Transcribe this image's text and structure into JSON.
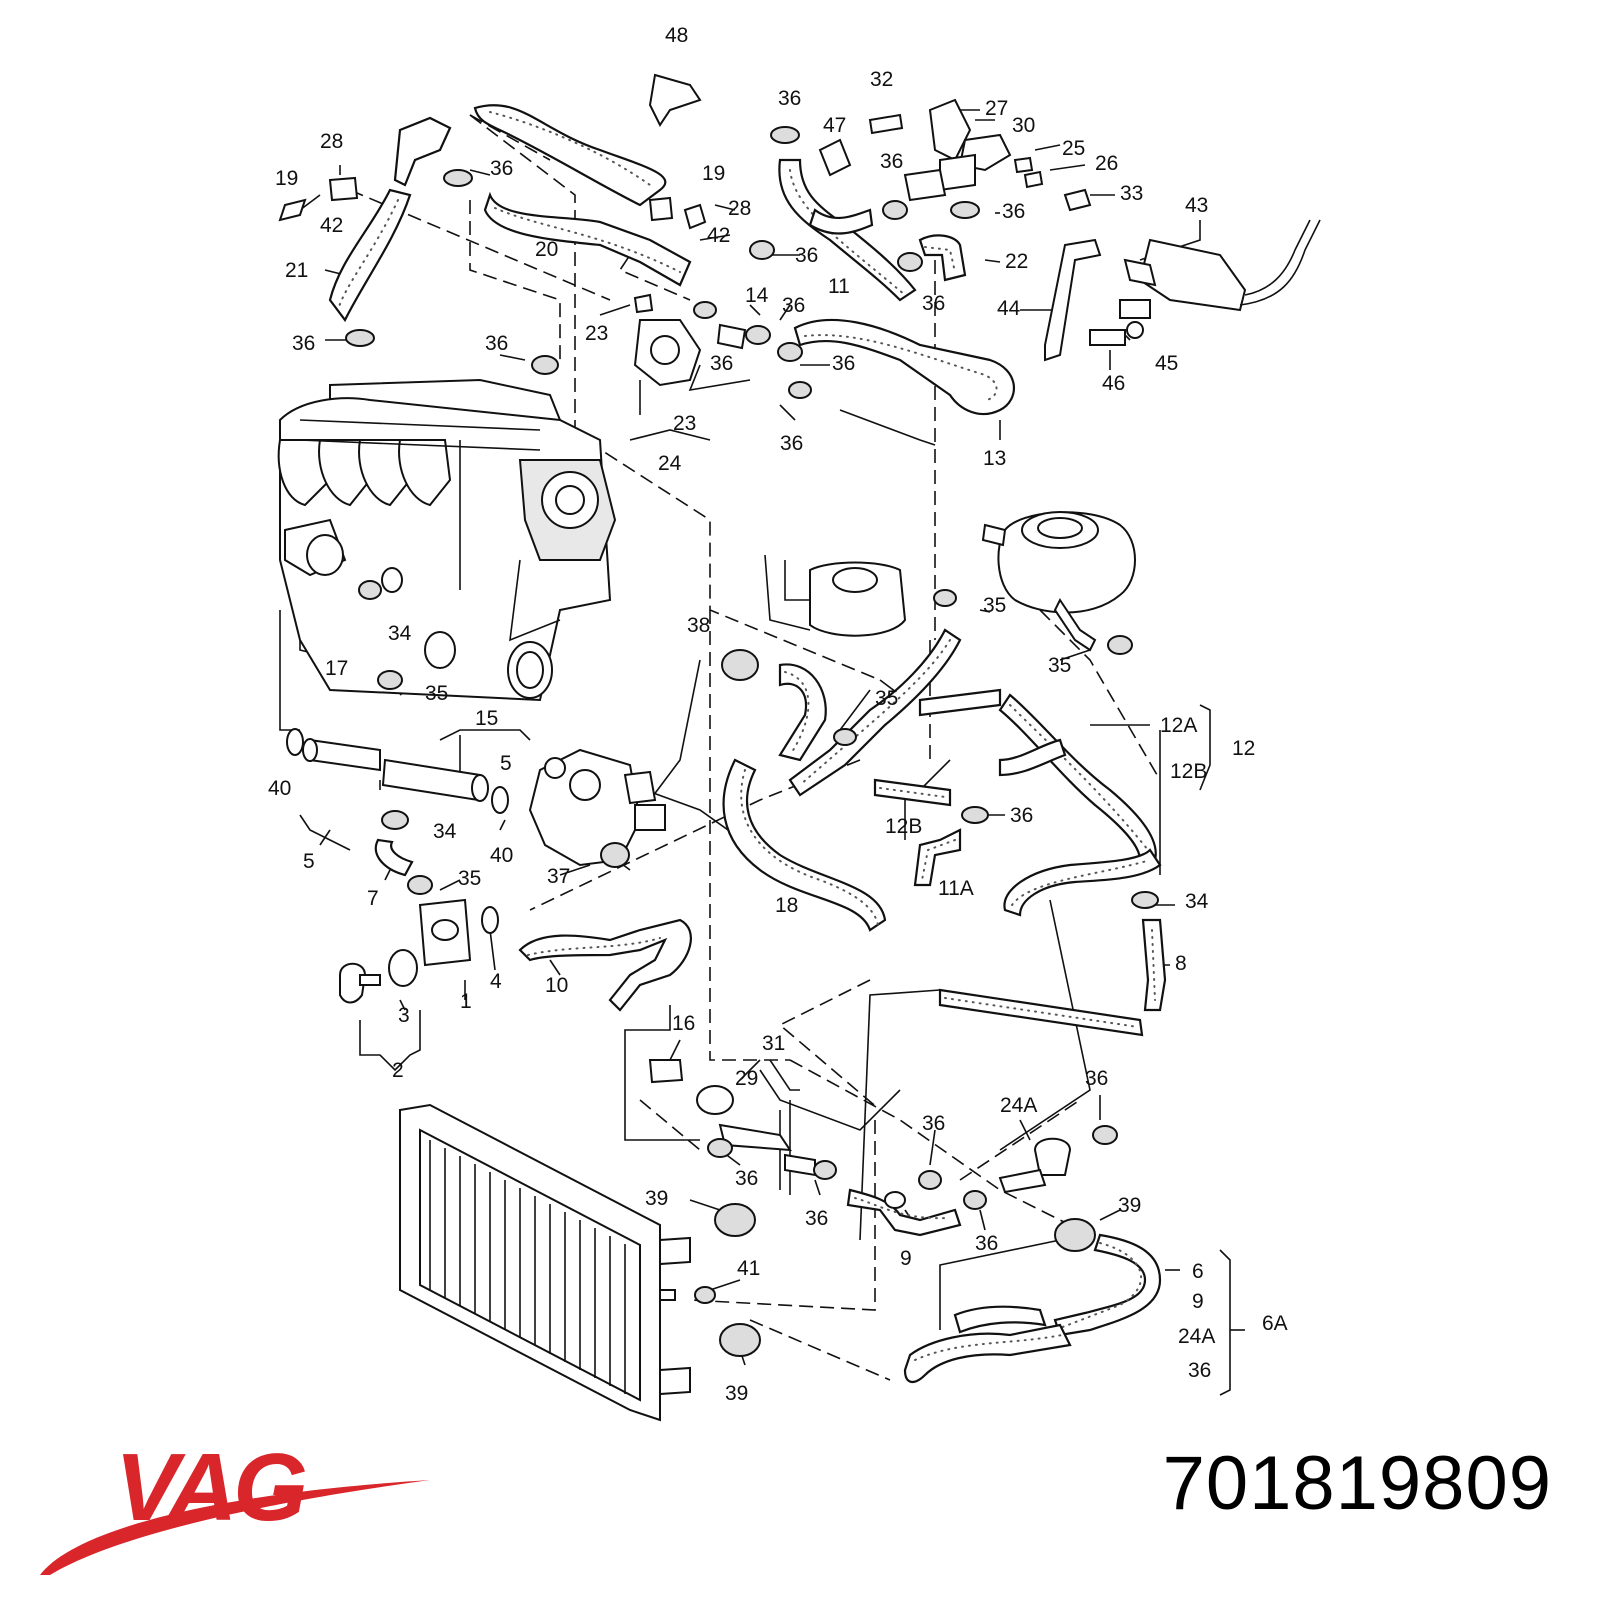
{
  "part_number": "701819809",
  "brand": "VAG",
  "brand_color": "#d8262b",
  "callouts": [
    {
      "id": "c48",
      "text": "48"
    },
    {
      "id": "c32",
      "text": "32"
    },
    {
      "id": "c36a",
      "text": "36"
    },
    {
      "id": "c27",
      "text": "27"
    },
    {
      "id": "c47",
      "text": "47"
    },
    {
      "id": "c30",
      "text": "30"
    },
    {
      "id": "c25",
      "text": "25"
    },
    {
      "id": "c26",
      "text": "26"
    },
    {
      "id": "c36b",
      "text": "36"
    },
    {
      "id": "c33",
      "text": "33"
    },
    {
      "id": "c36c",
      "text": "36"
    },
    {
      "id": "c43",
      "text": "43"
    },
    {
      "id": "c22",
      "text": "22"
    },
    {
      "id": "c36d",
      "text": "36"
    },
    {
      "id": "c11",
      "text": "11"
    },
    {
      "id": "c44",
      "text": "44"
    },
    {
      "id": "c45",
      "text": "45"
    },
    {
      "id": "c46",
      "text": "46"
    },
    {
      "id": "c13",
      "text": "13"
    },
    {
      "id": "c28a",
      "text": "28"
    },
    {
      "id": "c19a",
      "text": "19"
    },
    {
      "id": "c36e",
      "text": "36"
    },
    {
      "id": "c42a",
      "text": "42"
    },
    {
      "id": "c21",
      "text": "21"
    },
    {
      "id": "c36f",
      "text": "36"
    },
    {
      "id": "c20",
      "text": "20"
    },
    {
      "id": "c19b",
      "text": "19"
    },
    {
      "id": "c28b",
      "text": "28"
    },
    {
      "id": "c42b",
      "text": "42"
    },
    {
      "id": "c36g",
      "text": "36"
    },
    {
      "id": "c14",
      "text": "14"
    },
    {
      "id": "c36h",
      "text": "36"
    },
    {
      "id": "c23a",
      "text": "23"
    },
    {
      "id": "c36i",
      "text": "36"
    },
    {
      "id": "c36j",
      "text": "36"
    },
    {
      "id": "c36k",
      "text": "36"
    },
    {
      "id": "c23b",
      "text": "23"
    },
    {
      "id": "c24",
      "text": "24"
    },
    {
      "id": "c36l",
      "text": "36"
    },
    {
      "id": "c35a",
      "text": "35"
    },
    {
      "id": "c34a",
      "text": "34"
    },
    {
      "id": "c17",
      "text": "17"
    },
    {
      "id": "c35b",
      "text": "35"
    },
    {
      "id": "c38",
      "text": "38"
    },
    {
      "id": "c35c",
      "text": "35"
    },
    {
      "id": "c35d",
      "text": "35"
    },
    {
      "id": "c15",
      "text": "15"
    },
    {
      "id": "c5a",
      "text": "5"
    },
    {
      "id": "c12a",
      "text": "12A"
    },
    {
      "id": "c12",
      "text": "12"
    },
    {
      "id": "c12b1",
      "text": "12B"
    },
    {
      "id": "c40a",
      "text": "40"
    },
    {
      "id": "c34b",
      "text": "34"
    },
    {
      "id": "c40b",
      "text": "40"
    },
    {
      "id": "c5b",
      "text": "5"
    },
    {
      "id": "c36m",
      "text": "36"
    },
    {
      "id": "c12b2",
      "text": "12B"
    },
    {
      "id": "c37",
      "text": "37"
    },
    {
      "id": "c7",
      "text": "7"
    },
    {
      "id": "c35e",
      "text": "35"
    },
    {
      "id": "c18",
      "text": "18"
    },
    {
      "id": "c11a",
      "text": "11A"
    },
    {
      "id": "c34c",
      "text": "34"
    },
    {
      "id": "c4",
      "text": "4"
    },
    {
      "id": "c10",
      "text": "10"
    },
    {
      "id": "c1",
      "text": "1"
    },
    {
      "id": "c8",
      "text": "8"
    },
    {
      "id": "c3",
      "text": "3"
    },
    {
      "id": "c2",
      "text": "2"
    },
    {
      "id": "c16",
      "text": "16"
    },
    {
      "id": "c31",
      "text": "31"
    },
    {
      "id": "c29",
      "text": "29"
    },
    {
      "id": "c36n",
      "text": "36"
    },
    {
      "id": "c24a1",
      "text": "24A"
    },
    {
      "id": "c36o",
      "text": "36"
    },
    {
      "id": "c36p",
      "text": "36"
    },
    {
      "id": "c39a",
      "text": "39"
    },
    {
      "id": "c36q",
      "text": "36"
    },
    {
      "id": "c9a",
      "text": "9"
    },
    {
      "id": "c36r",
      "text": "36"
    },
    {
      "id": "c39b",
      "text": "39"
    },
    {
      "id": "c41",
      "text": "41"
    },
    {
      "id": "c6",
      "text": "6"
    },
    {
      "id": "c9b",
      "text": "9"
    },
    {
      "id": "c6a",
      "text": "6A"
    },
    {
      "id": "c24a2",
      "text": "24A"
    },
    {
      "id": "c36s",
      "text": "36"
    },
    {
      "id": "c39c",
      "text": "39"
    }
  ]
}
